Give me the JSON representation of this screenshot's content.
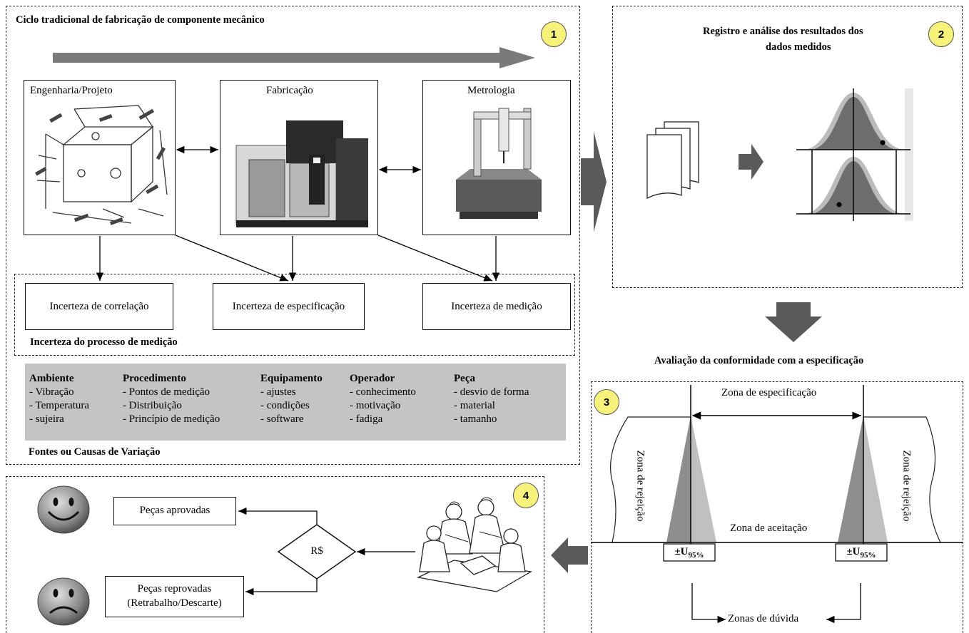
{
  "panel1": {
    "title": "Ciclo  tradicional de fabricação de componente mecânico",
    "badge": "1",
    "stages": [
      {
        "label": "Engenharia/Projeto"
      },
      {
        "label": "Fabricação"
      },
      {
        "label": "Metrologia"
      }
    ],
    "uncertainties": [
      {
        "label": "Incerteza de correlação"
      },
      {
        "label": "Incerteza de especificação"
      },
      {
        "label": "Incerteza de medição"
      }
    ],
    "uncertainty_group_label": "Incerteza do processo de medição",
    "causes": [
      {
        "header": "Ambiente",
        "items": [
          "- Vibração",
          "- Temperatura",
          "- sujeira"
        ]
      },
      {
        "header": "Procedimento",
        "items": [
          "- Pontos de medição",
          "- Distribuição",
          "- Princípio  de medição"
        ]
      },
      {
        "header": "Equipamento",
        "items": [
          "- ajustes",
          "- condições",
          "- software"
        ]
      },
      {
        "header": "Operador",
        "items": [
          "- conhecimento",
          "- motivação",
          "- fadiga"
        ]
      },
      {
        "header": "Peça",
        "items": [
          "- desvio de forma",
          "- material",
          "- tamanho"
        ]
      }
    ],
    "causes_label": "Fontes ou Causas de Variação"
  },
  "panel2": {
    "title_line1": "Registro e análise dos resultados dos",
    "title_line2": "dados medidos",
    "badge": "2"
  },
  "conformity_label": "Avaliação da conformidade com a especificação",
  "panel3": {
    "badge": "3",
    "spec_zone": "Zona de especificação",
    "reject_zone_left": "Zona de rejeição",
    "reject_zone_right": "Zona de rejeição",
    "accept_zone": "Zona de aceitação",
    "u_left": "±U",
    "u_left_sub": "95%",
    "u_right": "±U",
    "u_right_sub": "95%",
    "doubt_zones": "Zonas de dúvida"
  },
  "panel4": {
    "badge": "4",
    "approved": "Peças aprovadas",
    "rejected_line1": "Peças reprovadas",
    "rejected_line2": "(Retrabalho/Descarte)",
    "decision": "R$",
    "happy_icon": "happy-face-icon",
    "sad_icon": "sad-face-icon"
  },
  "colors": {
    "badge": "#f7f27a",
    "arrow": "#5a5a5a",
    "cause_bg": "#c4c4c4"
  }
}
